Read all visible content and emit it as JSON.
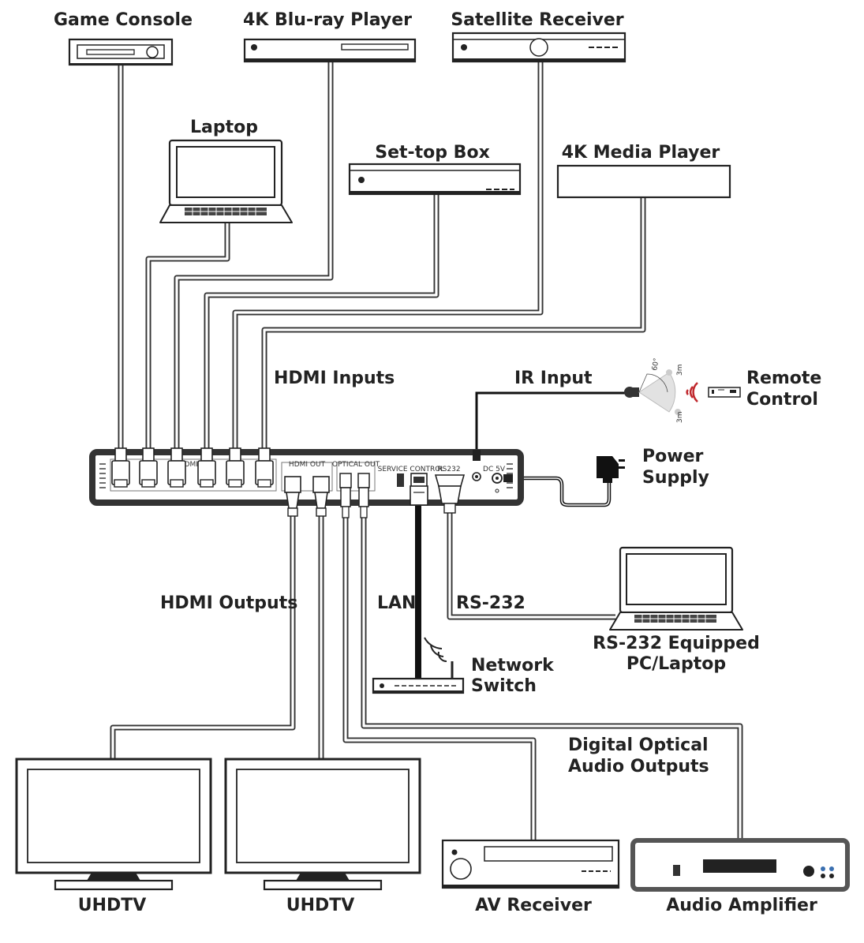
{
  "labels": {
    "game_console": "Game Console",
    "bluray": "4K Blu-ray Player",
    "satellite": "Satellite Receiver",
    "laptop": "Laptop",
    "settop": "Set-top Box",
    "media_player": "4K Media Player",
    "hdmi_inputs": "HDMI Inputs",
    "ir_input": "IR Input",
    "remote_line1": "Remote",
    "remote_line2": "Control",
    "power_line1": "Power",
    "power_line2": "Supply",
    "hdmi_outputs": "HDMI Outputs",
    "lan": "LAN",
    "rs232": "RS-232",
    "rs232_pc_line1": "RS-232 Equipped",
    "rs232_pc_line2": "PC/Laptop",
    "network_line1": "Network",
    "network_line2": "Switch",
    "optical_line1": "Digital Optical",
    "optical_line2": "Audio Outputs",
    "uhdtv_1": "UHDTV",
    "uhdtv_2": "UHDTV",
    "av_receiver": "AV Receiver",
    "audio_amplifier": "Audio Amplifier"
  },
  "ir_sensor": {
    "angle": "60°",
    "range_top": "3m",
    "range_bottom": "3m"
  },
  "switcher_panel": {
    "hdmi_in_group": "HDMI IN",
    "hdmi_out_group": "HDMI OUT",
    "optical_out_group": "OPTICAL OUT",
    "service_control": "SERVICE  CONTROL",
    "rs232_port": "RS232",
    "dc_port": "DC 5V"
  },
  "colors": {
    "cable": "#333333",
    "lan_cable": "#111111",
    "outline": "#222222",
    "ir_wave": "#c0282d"
  }
}
